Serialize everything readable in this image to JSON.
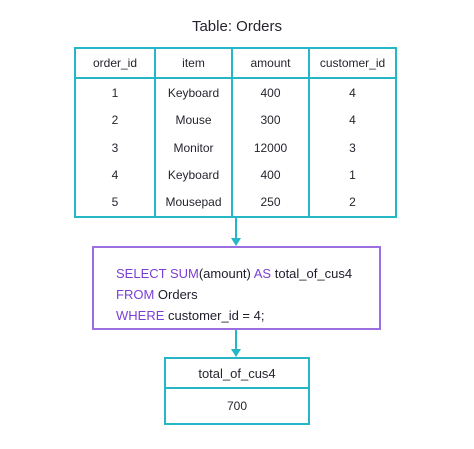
{
  "title": "Table: Orders",
  "orders_table": {
    "headers": [
      "order_id",
      "item",
      "amount",
      "customer_id"
    ],
    "rows": [
      [
        "1",
        "Keyboard",
        "400",
        "4"
      ],
      [
        "2",
        "Mouse",
        "300",
        "4"
      ],
      [
        "3",
        "Monitor",
        "12000",
        "3"
      ],
      [
        "4",
        "Keyboard",
        "400",
        "1"
      ],
      [
        "5",
        "Mousepad",
        "250",
        "2"
      ]
    ]
  },
  "query": {
    "line1_kw1": "SELECT SUM",
    "line1_arg": "(amount) ",
    "line1_kw2": "AS",
    "line1_alias": " total_of_cus4",
    "line2_kw": "FROM",
    "line2_rest": " Orders",
    "line3_kw": "WHERE",
    "line3_rest": " customer_id = 4;"
  },
  "result_table": {
    "header": "total_of_cus4",
    "value": "700"
  },
  "colors": {
    "table_border": "#25b7c6",
    "query_border": "#9b6fe0",
    "keyword": "#7a3fd8"
  }
}
